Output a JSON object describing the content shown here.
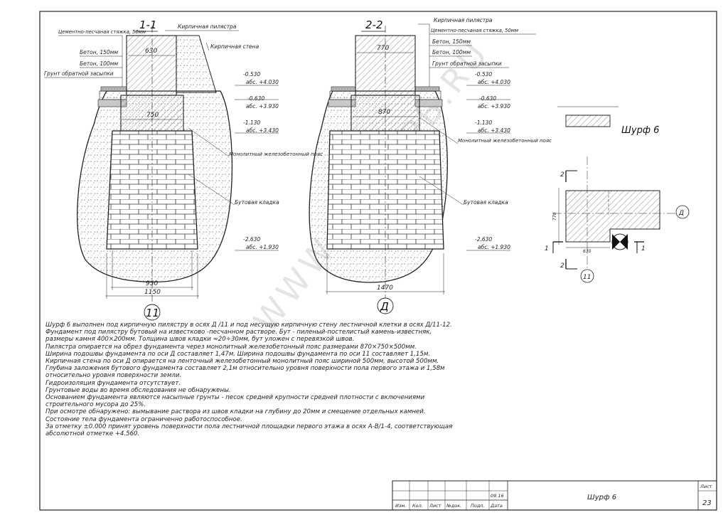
{
  "section_1": {
    "title": "1-1",
    "labels": {
      "cement_screed": "Цементно-песчаная стяжка, 50мм",
      "brick_pilaster": "Кирпичная пилястра",
      "brick_wall": "Кирпичная стена",
      "concrete_150": "Бетон, 150мм",
      "concrete_100": "Бетон, 100мм",
      "backfill": "Грунт обратной засыпки",
      "monolithic_belt": "Монолитный железобетонный пояс",
      "rubble_masonry": "Бутовая кладка"
    },
    "dims": {
      "pilaster": "630",
      "belt": "750",
      "base_inner": "950",
      "base_outer": "1150"
    },
    "axis": "11",
    "levels": [
      {
        "mark": "-0.530",
        "abs": "абс. +4.030"
      },
      {
        "mark": "-0.630",
        "abs": "абс. +3.930"
      },
      {
        "mark": "-1.130",
        "abs": "абс. +3.430"
      },
      {
        "mark": "-2.630",
        "abs": "абс. +1.930"
      }
    ]
  },
  "section_2": {
    "title": "2-2",
    "labels": {
      "brick_pilaster": "Кирпичная пилястра",
      "cement_screed": "Цементно-песчаная стяжка, 50мм",
      "concrete_150": "Бетон, 150мм",
      "concrete_100": "Бетон, 100мм",
      "backfill": "Грунт обратной засыпки",
      "monolithic_belt": "Монолитный железобетонный пояс",
      "rubble_masonry": "Бутовая кладка"
    },
    "dims": {
      "pilaster": "770",
      "belt": "870",
      "base": "1470"
    },
    "axis": "Д",
    "levels": [
      {
        "mark": "-0.530",
        "abs": "абс. +4.030"
      },
      {
        "mark": "-0.630",
        "abs": "абс. +3.930"
      },
      {
        "mark": "-1.130",
        "abs": "абс. +3.430"
      },
      {
        "mark": "-2.630",
        "abs": "абс. +1.930"
      }
    ]
  },
  "plan": {
    "title": "Шурф 6",
    "dim_width": "630",
    "dim_height": "770",
    "axis_d": "Д",
    "axis_11": "11",
    "cut_1": "1",
    "cut_2": "2"
  },
  "notes": [
    "Шурф 6 выполнен под кирпичную пилястру в осях Д /11 и под несущую кирпичную стену лестничной клетки в осях Д/11-12.",
    "Фундамент под пилястру бутовый на известково -песчанном растворе. Бут - пиленый-постелистый камень-известняк, размеры камня 400×200мм. Толщина швов кладки ≈20÷30мм, бут уложен с перевязкой швов.",
    "Пилястра опирается на обрез фундамента через монолитный железобетонный пояс размерами 870×750×500мм.",
    "Ширина подошвы фундамента по оси Д составляет 1,47м. Ширина подошвы фундамента по оси 11 составляет 1,15м.",
    "Кирпичная стена по оси Д опирается на ленточный железобетонный монолитный пояс шириной 500мм, высотой 500мм.",
    "Глубина заложения бутового фундамента составляет 2,1м относительно уровня поверхности пола первого этажа и 1,58м относительно уровня поверхности земли.",
    "Гидроизоляция фундамента отсутствует.",
    "Грунтовые воды во время обследования не обнаружены.",
    "Основанием фундамента являются насыпные грунты - песок средней крупности средней плотности с включениями строительного мусора до 25%.",
    "При осмотре обнаружено: вымывание раствора из швов кладки на глубину до 20мм и смещение отдельных камней.",
    "Состояние тела фундамента ограниченно работоспособное.",
    "За отметку ±0.000 принят уровень поверхности пола лестничной площадки первого этажа в осях А-В/1-4, соответствующая абсолютной отметке +4.560."
  ],
  "title_block": {
    "cols": [
      "Изм.",
      "Кол.",
      "Лист",
      "№док.",
      "Подп.",
      "Дата"
    ],
    "date": "09.16",
    "title": "Шурф 6",
    "sheet_label": "Лист",
    "sheet_no": "23"
  },
  "watermark": "WWW.KSB.SPB.RU"
}
